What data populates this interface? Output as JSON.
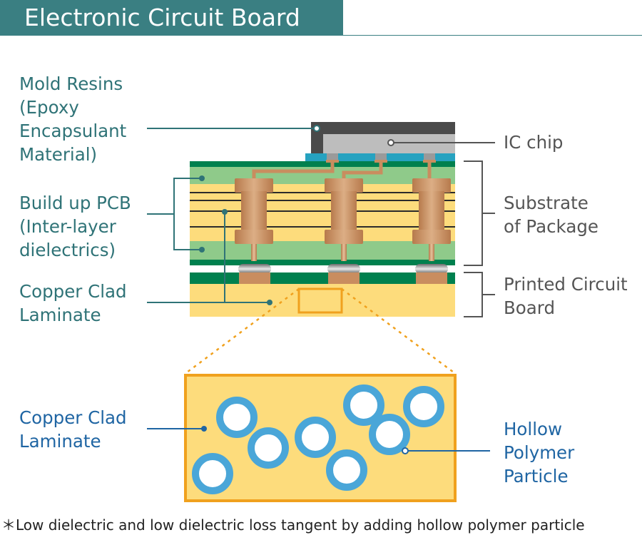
{
  "header": {
    "title": "Electronic Circuit Board"
  },
  "labels": {
    "mold_resins": [
      "Mold Resins",
      "(Epoxy",
      "Encapsulant",
      "Material)"
    ],
    "build_up_pcb": [
      "Build up PCB",
      "(Inter-layer",
      "dielectrics)"
    ],
    "copper_clad_laminate": [
      "Copper Clad",
      "Laminate"
    ],
    "ic_chip": "IC chip",
    "substrate_of_package": [
      "Substrate",
      "of Package"
    ],
    "printed_circuit_board": [
      "Printed Circuit",
      "Board"
    ],
    "zoom_copper_clad_laminate": [
      "Copper Clad",
      "Laminate"
    ],
    "hollow_polymer_particle": [
      "Hollow",
      "Polymer",
      "Particle"
    ]
  },
  "footnote": "＊Low dielectric and low dielectric loss tangent by adding hollow polymer particle",
  "colors": {
    "teal_label": "#2f7377",
    "gray_label": "#555555",
    "blue_label": "#1f65a3",
    "laminate_yellow": "#fddc7c",
    "dielectric_green": "#8fca8a",
    "dark_green": "#00804e",
    "copper": "#c98d5f",
    "mold": "#4a4a4a",
    "ic_chip": "#bdbdbd",
    "underfill": "#26a2c0",
    "zoom_border": "#f0a11e",
    "particle_ring": "#4aa6d8"
  }
}
